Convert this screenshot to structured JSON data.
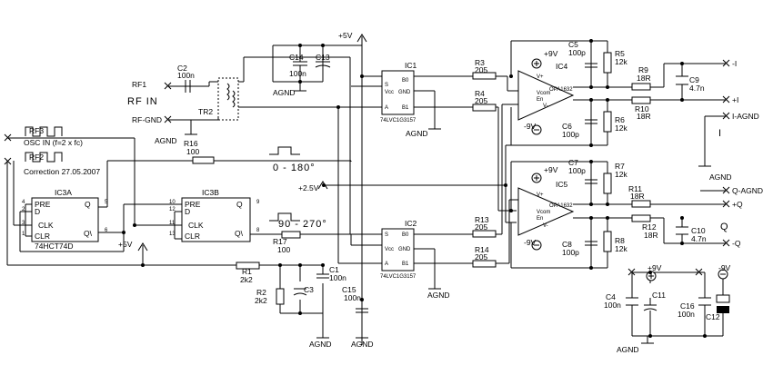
{
  "labels": {
    "rf1": "RF1",
    "rf_in": "RF IN",
    "rf_gnd": "RF-GND",
    "agnd": "AGND",
    "rf3": "RF3",
    "osc_in": "OSC IN (f=2 x fc)",
    "rf2": "RF2",
    "correction": "Correction 27.05.2007",
    "plus9v_top": "+5V",
    "plus5v": "+5V",
    "plus2v5": "+2.5V",
    "phase_0_180": "0 - 180°",
    "phase_90_270": "90 - 270°",
    "out_neg_i": "-I",
    "out_pos_i": "+I",
    "out_i_agnd": "I-AGND",
    "out_i": "I",
    "out_q_agnd": "Q-AGND",
    "out_q_plus": "+Q",
    "out_q": "Q",
    "out_q_minus": "-Q",
    "plus9v": "+9V",
    "minus9v": "-9V"
  },
  "ic_pins": {
    "s": "S",
    "vcc": "Vcc",
    "a": "A",
    "b0": "B0",
    "gnd": "GND",
    "b1": "B1",
    "ip": "V+",
    "in": "V-",
    "vcom": "Vcom",
    "en": "En",
    "minus_in": "V-",
    "pre": "PRE",
    "d": "D",
    "clk": "CLK",
    "clr": "CLR",
    "q": "Q",
    "qn": "Q\\",
    "p4": "4",
    "p2": "2",
    "p3": "3",
    "p1": "1",
    "p5": "5",
    "p6": "6",
    "p10": "10",
    "p12": "12",
    "p11": "11",
    "p13": "13",
    "p9": "9",
    "p8": "8"
  },
  "components": {
    "c2": {
      "ref": "C2",
      "val": "100n"
    },
    "c14": {
      "ref": "C14",
      "val": "100n"
    },
    "c13": {
      "ref": "C13",
      "val": ""
    },
    "tr2": {
      "ref": "TR2",
      "val": ""
    },
    "ic1": {
      "ref": "IC1",
      "val": "74LVC1G3157"
    },
    "ic2": {
      "ref": "IC2",
      "val": "74LVC1G3157"
    },
    "r3": {
      "ref": "R3",
      "val": "205"
    },
    "r4": {
      "ref": "R4",
      "val": "205"
    },
    "r13": {
      "ref": "R13",
      "val": "205"
    },
    "r14": {
      "ref": "R14",
      "val": "205"
    },
    "c5": {
      "ref": "C5",
      "val": "100p"
    },
    "c6": {
      "ref": "C6",
      "val": "100p"
    },
    "c7": {
      "ref": "C7",
      "val": "100p"
    },
    "c8": {
      "ref": "C8",
      "val": "100p"
    },
    "r5": {
      "ref": "R5",
      "val": "12k"
    },
    "r6": {
      "ref": "R6",
      "val": "12k"
    },
    "r7": {
      "ref": "R7",
      "val": "12k"
    },
    "r8": {
      "ref": "R8",
      "val": "12k"
    },
    "ic4": {
      "ref": "IC4",
      "val": "OPA1632"
    },
    "ic5": {
      "ref": "IC5",
      "val": "OPA1632"
    },
    "r9": {
      "ref": "R9",
      "val": "18R"
    },
    "r10": {
      "ref": "R10",
      "val": "18R"
    },
    "r11": {
      "ref": "R11",
      "val": "18R"
    },
    "r12": {
      "ref": "R12",
      "val": "18R"
    },
    "c9": {
      "ref": "C9",
      "val": "4.7n"
    },
    "c10": {
      "ref": "C10",
      "val": "4.7n"
    },
    "r16": {
      "ref": "R16",
      "val": "100"
    },
    "r17": {
      "ref": "R17",
      "val": "100"
    },
    "ic3a": {
      "ref": "IC3A",
      "val": "74HCT74D"
    },
    "ic3b": {
      "ref": "IC3B",
      "val": ""
    },
    "r1": {
      "ref": "R1",
      "val": "2k2"
    },
    "r2": {
      "ref": "R2",
      "val": "2k2"
    },
    "c1": {
      "ref": "C1",
      "val": "100n"
    },
    "c3": {
      "ref": "C3",
      "val": ""
    },
    "c15": {
      "ref": "C15",
      "val": "100n"
    },
    "c4": {
      "ref": "C4",
      "val": "100n"
    },
    "c11": {
      "ref": "C11",
      "val": ""
    },
    "c16": {
      "ref": "C16",
      "val": "100n"
    },
    "c12": {
      "ref": "C12",
      "val": ""
    }
  }
}
